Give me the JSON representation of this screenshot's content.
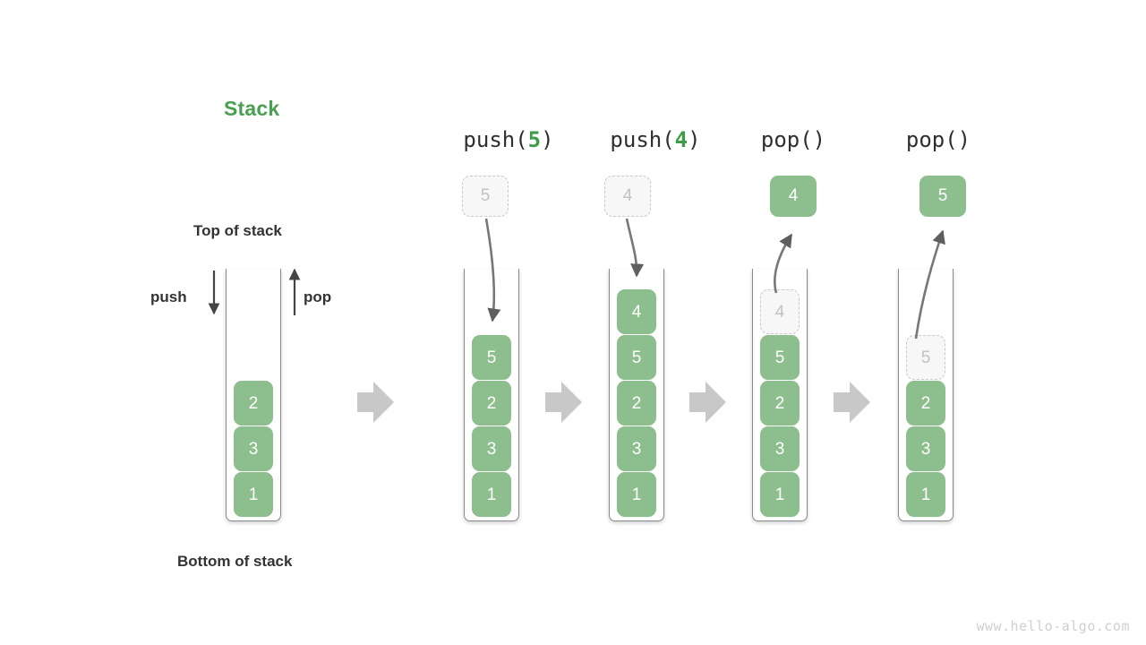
{
  "title": "Stack",
  "title_color": "#48a050",
  "accent_color": "#8cbf8d",
  "labels": {
    "top_of_stack": "Top of stack",
    "bottom_of_stack": "Bottom of stack",
    "push": "push",
    "pop": "pop"
  },
  "watermark": "www.hello-algo.com",
  "steps": [
    {
      "id": "initial",
      "caption_prefix": "",
      "caption_arg": "",
      "caption_suffix": "",
      "stack": [
        "1",
        "3",
        "2"
      ],
      "ghost_in_stack": null,
      "floating": null,
      "floating_state": null
    },
    {
      "id": "push-5",
      "caption_prefix": "push(",
      "caption_arg": "5",
      "caption_suffix": ")",
      "stack": [
        "1",
        "3",
        "2",
        "5"
      ],
      "ghost_in_stack": null,
      "floating": "5",
      "floating_state": "ghost"
    },
    {
      "id": "push-4",
      "caption_prefix": "push(",
      "caption_arg": "4",
      "caption_suffix": ")",
      "stack": [
        "1",
        "3",
        "2",
        "5",
        "4"
      ],
      "ghost_in_stack": null,
      "floating": "4",
      "floating_state": "ghost"
    },
    {
      "id": "pop-1",
      "caption_prefix": "pop(",
      "caption_arg": "",
      "caption_suffix": ")",
      "stack": [
        "1",
        "3",
        "2",
        "5"
      ],
      "ghost_in_stack": "4",
      "floating": "4",
      "floating_state": "filled"
    },
    {
      "id": "pop-2",
      "caption_prefix": "pop(",
      "caption_arg": "",
      "caption_suffix": ")",
      "stack": [
        "1",
        "3",
        "2"
      ],
      "ghost_in_stack": "5",
      "floating": "5",
      "floating_state": "filled"
    }
  ],
  "transition_arrows": 4
}
